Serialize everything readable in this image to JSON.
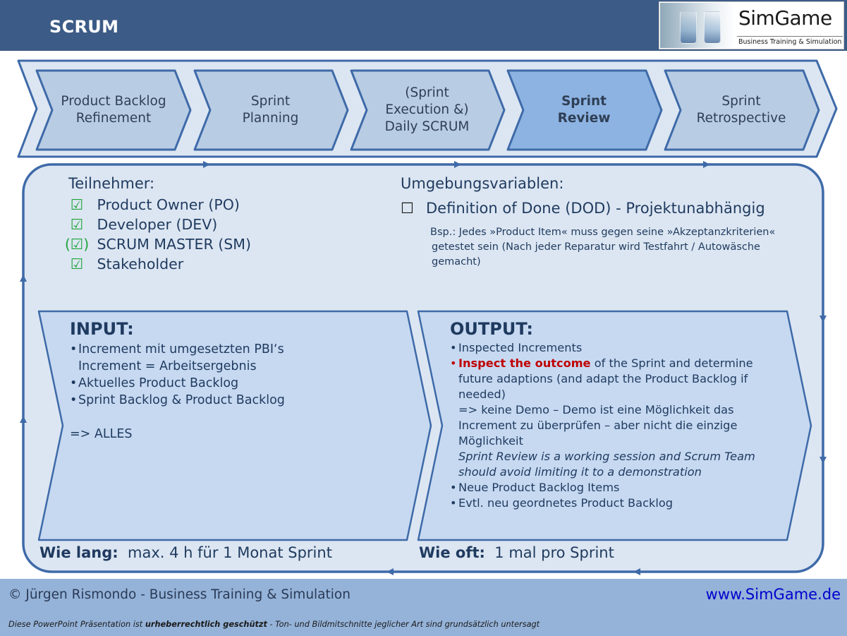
{
  "header": {
    "title": "SCRUM"
  },
  "logo": {
    "name": "SimGame",
    "tagline": "Business Training & Simulation"
  },
  "phases": [
    {
      "lines": [
        "Product Backlog",
        "Refinement"
      ],
      "active": false
    },
    {
      "lines": [
        "Sprint",
        "Planning"
      ],
      "active": false
    },
    {
      "lines": [
        "(Sprint",
        "Execution &)",
        "Daily SCRUM"
      ],
      "active": false
    },
    {
      "lines": [
        "Sprint",
        "Review"
      ],
      "active": true
    },
    {
      "lines": [
        "Sprint",
        "Retrospective"
      ],
      "active": false
    }
  ],
  "participants": {
    "heading": "Teilnehmer:",
    "items": [
      {
        "mark": "☑",
        "label": "Product Owner (PO)"
      },
      {
        "mark": "☑",
        "label": "Developer (DEV)"
      },
      {
        "mark": "(☑)",
        "label": "SCRUM MASTER (SM)"
      },
      {
        "mark": "☑",
        "label": "Stakeholder"
      }
    ]
  },
  "environment": {
    "heading": "Umgebungsvariablen:",
    "checkbox": "☐",
    "item": "Definition of Done (DOD) - Projektunabhängig",
    "example_lines": [
      "Bsp.: Jedes »Product Item« muss gegen seine »Akzeptanzkriterien«",
      "getestet sein (Nach jeder Reparatur wird Testfahrt / Autowäsche",
      "gemacht)"
    ]
  },
  "input": {
    "title": "INPUT:",
    "items": [
      {
        "bullet": "•",
        "text": "Increment mit umgesetzten PBI‘s"
      },
      {
        "bullet": "",
        "text": "Increment = Arbeitsergebnis"
      },
      {
        "bullet": "•",
        "text": "Aktuelles Product Backlog"
      },
      {
        "bullet": "•",
        "text": "Sprint Backlog & Product Backlog"
      },
      {
        "bullet": "",
        "text": ""
      },
      {
        "bullet": "",
        "text": "=> ALLES",
        "plain": true
      }
    ]
  },
  "output": {
    "title": "OUTPUT:",
    "item1": "Inspected Increments",
    "item2_highlight": "Inspect the outcome",
    "item2_rest": " of the Sprint and determine",
    "item2_lines": [
      "future adaptions (and adapt the Product Backlog if",
      "needed)",
      "=> keine Demo – Demo ist eine Möglichkeit das",
      "Increment zu überprüfen – aber nicht die einzige",
      "Möglichkeit"
    ],
    "item2_italic": [
      "Sprint Review is a working session and Scrum Team",
      "should avoid limiting it to a demonstration"
    ],
    "item3": "Neue Product Backlog Items",
    "item4": "Evtl. neu geordnetes Product Backlog"
  },
  "duration": {
    "label": "Wie lang:",
    "value": "max. 4 h für 1 Monat Sprint"
  },
  "frequency": {
    "label": "Wie oft:",
    "value": "1 mal pro Sprint"
  },
  "footer": {
    "copyright": "© Jürgen Rismondo - Business Training & Simulation",
    "url": "www.SimGame.de",
    "disclaimer_pre": "Diese PowerPoint Präsentation ist ",
    "disclaimer_bold": "urheberrechtlich geschützt",
    "disclaimer_post": " - Ton- und Bildmitschnitte jeglicher Art sind grundsätzlich untersagt"
  },
  "colors": {
    "header_bg": "#3c5b86",
    "chevron_fill": "#b8cce4",
    "chevron_active": "#8db3e2",
    "panel_fill": "#dce6f2",
    "box_fill": "#c6d9f1",
    "outline": "#3e6aa8",
    "check_green": "#22a43c",
    "highlight_red": "#c00000",
    "footer_bg": "#95b3d9",
    "link_blue": "#0000cc"
  },
  "icons": [
    "checkbox-checked-icon",
    "checkbox-empty-icon",
    "cycle-arrow-icon"
  ]
}
